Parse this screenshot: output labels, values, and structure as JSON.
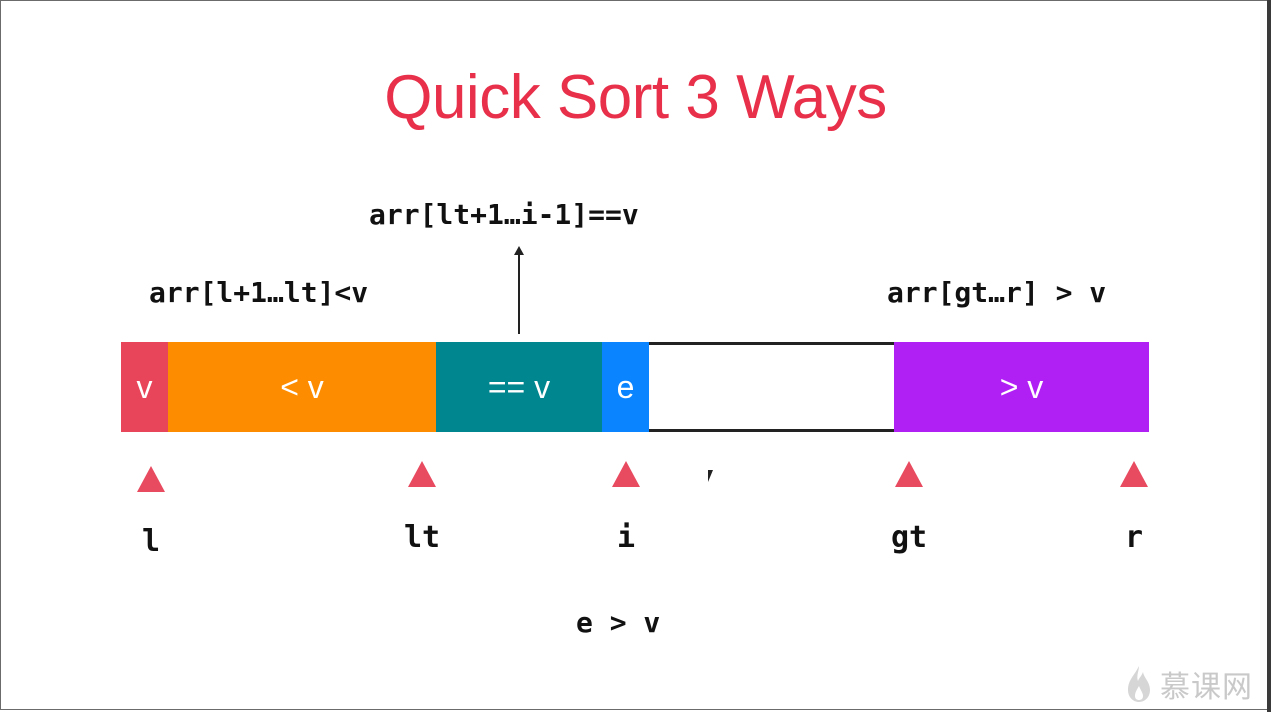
{
  "title": "Quick Sort 3 Ways",
  "labels": {
    "less_range": "arr[l+1…lt]<v",
    "equal_range": "arr[lt+1…i-1]==v",
    "greater_range": "arr[gt…r] > v",
    "condition": "e > v"
  },
  "segments": [
    {
      "label": "v",
      "color": "#e8455a"
    },
    {
      "label": "< v",
      "color": "#fd8c00"
    },
    {
      "label": "== v",
      "color": "#00868f"
    },
    {
      "label": "e",
      "color": "#0a84ff"
    },
    {
      "label": "",
      "color": "#ffffff"
    },
    {
      "label": "> v",
      "color": "#b020f5"
    }
  ],
  "pointers": {
    "l": "l",
    "lt": "lt",
    "i": "i",
    "gt": "gt",
    "r": "r"
  },
  "pointer_color": "#e84a5f",
  "title_color": "#e8304b",
  "logo": {
    "text": "慕课网"
  }
}
